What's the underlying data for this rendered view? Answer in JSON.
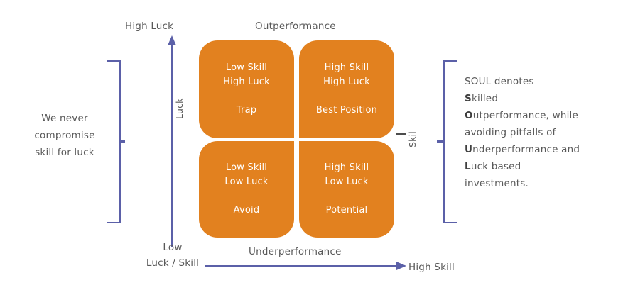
{
  "diagram": {
    "title_visible": false,
    "colors": {
      "quadrant_fill": "#E2811F",
      "axis_blue": "#5B60A8",
      "text_gray": "#595959",
      "quadrant_text": "#FFFFFF",
      "background": "#FFFFFF"
    },
    "axes": {
      "y_axis_label": "Luck",
      "x_axis_label": "Skil",
      "y_axis_top_caption": "High Luck",
      "x_axis_right_caption": "High Skill",
      "origin_caption_line1": "Low",
      "origin_caption_line2": "Luck / Skill"
    },
    "bands": {
      "top": "Outperformance",
      "bottom": "Underperformance"
    },
    "quadrants": [
      {
        "id": "top-left",
        "attribute_line1": "Low Skill",
        "attribute_line2": "High Luck",
        "role": "Trap"
      },
      {
        "id": "top-right",
        "attribute_line1": "High Skill",
        "attribute_line2": "High Luck",
        "role": "Best Position"
      },
      {
        "id": "bottom-left",
        "attribute_line1": "Low Skill",
        "attribute_line2": "Low Luck",
        "role": "Avoid"
      },
      {
        "id": "bottom-right",
        "attribute_line1": "High Skill",
        "attribute_line2": "Low Luck",
        "role": "Potential"
      }
    ],
    "callouts": {
      "left": {
        "line1": "We never",
        "line2": "compromise",
        "line3": "skill for luck"
      },
      "right": {
        "line1": "SOUL denotes",
        "line2_bold": "S",
        "line2_rest": "killed",
        "line3_bold": "O",
        "line3_rest": "utperformance, while",
        "line4": "avoiding pitfalls of",
        "line5_bold": "U",
        "line5_rest": "nderperformance  and",
        "line6_bold": "L",
        "line6_rest": "uck based",
        "line7": "investments."
      }
    }
  }
}
